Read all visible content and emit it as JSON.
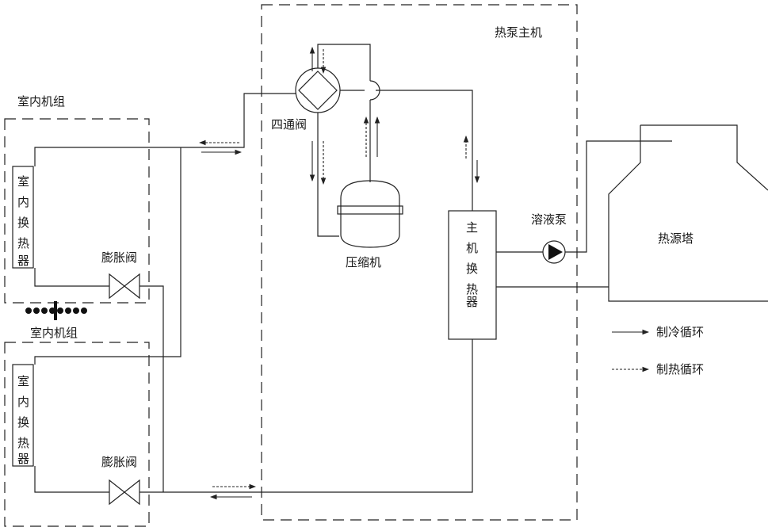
{
  "labels": {
    "indoor_unit_group_1": "室内机组",
    "indoor_unit_group_2": "室内机组",
    "heat_pump_host": "热泵主机",
    "four_way_valve": "四通阀",
    "compressor": "压缩机",
    "solution_pump": "溶液泵",
    "heat_source_tower": "热源塔",
    "expansion_valve_1": "膨胀阀",
    "expansion_valve_2": "膨胀阀",
    "indoor_hx_1": "室内换热器",
    "indoor_hx_2": "室内换热器",
    "host_hx": "主机换热器"
  },
  "legend": {
    "cooling_cycle": "制冷循环",
    "heating_cycle": "制热循环"
  }
}
